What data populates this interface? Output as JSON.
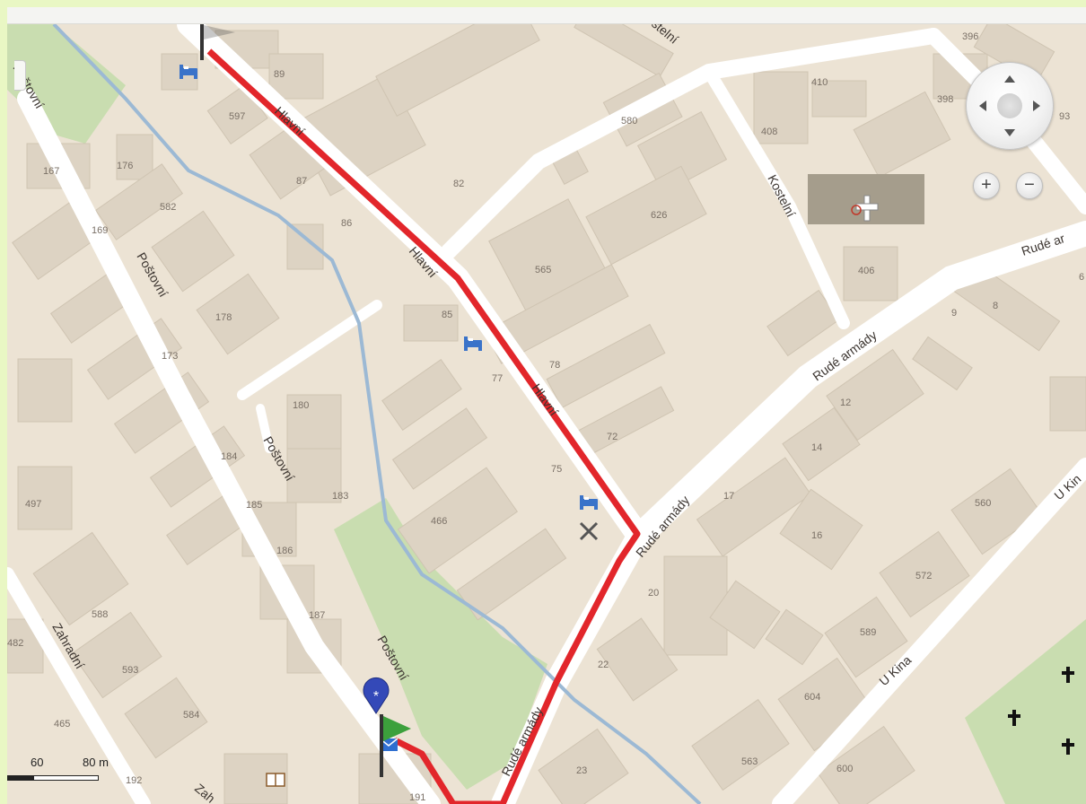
{
  "controls": {
    "nav_up": "▲",
    "nav_down": "▼",
    "nav_left": "◀",
    "nav_right": "▶",
    "zoom_in": "+",
    "zoom_out": "−"
  },
  "scale": {
    "label_a": "60",
    "label_b": "80 m"
  },
  "streets": {
    "hlavni": "Hlavní",
    "postovni": "Poštovní",
    "kostelni": "Kostelní",
    "rude_armady": "Rudé armády",
    "rude_ar_cut": "Rudé ar",
    "u_kina": "U Kina",
    "u_kin_cut": "U Kin",
    "zahradni": "Zahradní",
    "zah_cut": "Zah",
    "stelni_cut": "stelní"
  },
  "house_numbers": [
    "396",
    "410",
    "398",
    "93",
    "580",
    "408",
    "89",
    "597",
    "82",
    "87",
    "86",
    "626",
    "565",
    "167",
    "176",
    "582",
    "169",
    "178",
    "173",
    "85",
    "78",
    "77",
    "72",
    "180",
    "184",
    "183",
    "185",
    "186",
    "187",
    "466",
    "75",
    "497",
    "588",
    "482",
    "593",
    "465",
    "584",
    "192",
    "191",
    "23",
    "22",
    "20",
    "17",
    "16",
    "14",
    "12",
    "9",
    "8",
    "406",
    "560",
    "572",
    "589",
    "604",
    "563",
    "600",
    "6"
  ],
  "route_color": "#e2262b",
  "stream_color": "#9cb9d4",
  "park_color": "#c9ddb0",
  "poi_icons": [
    "hotel-icon",
    "restaurant-icon",
    "church-icon",
    "post-office-icon",
    "library-icon",
    "cemetery-cross-icon",
    "start-flag-icon",
    "end-marker-icon"
  ]
}
